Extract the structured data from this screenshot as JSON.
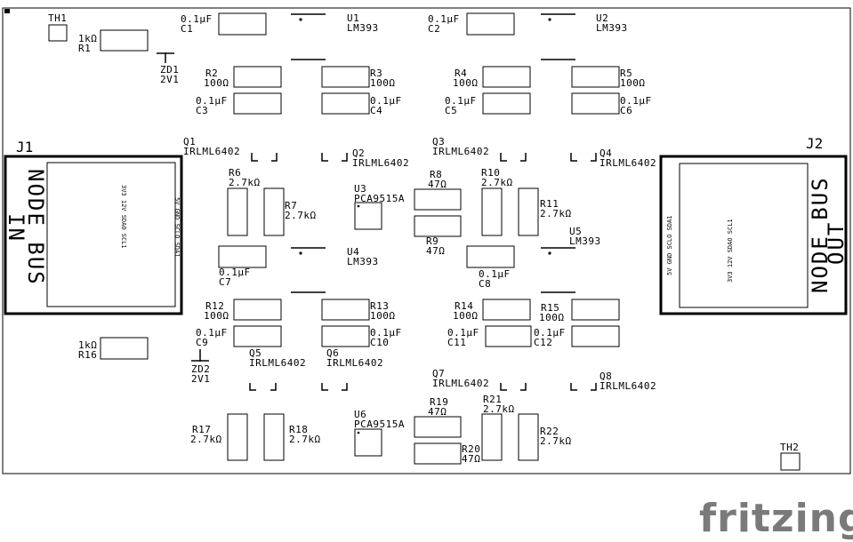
{
  "labels": {
    "TH1": "TH1",
    "R1": "R1",
    "R1_val": "1kΩ",
    "C1": "C1",
    "C1_val": "0.1µF",
    "U1": "U1",
    "U1_val": "LM393",
    "C2": "C2",
    "C2_val": "0.1µF",
    "U2": "U2",
    "U2_val": "LM393",
    "ZD1": "ZD1",
    "ZD1_val": "2V1",
    "R2": "R2",
    "R2_val": "100Ω",
    "R3": "R3",
    "R3_val": "100Ω",
    "R4": "R4",
    "R4_val": "100Ω",
    "R5": "R5",
    "R5_val": "100Ω",
    "C3": "C3",
    "C3_val": "0.1µF",
    "C4": "C4",
    "C4_val": "0.1µF",
    "C5": "C5",
    "C5_val": "0.1µF",
    "C6": "C6",
    "C6_val": "0.1µF",
    "J1": "J1",
    "J2": "J2",
    "Q1": "Q1",
    "Q1_val": "IRLML6402",
    "Q2": "Q2",
    "Q2_val": "IRLML6402",
    "Q3": "Q3",
    "Q3_val": "IRLML6402",
    "Q4": "Q4",
    "Q4_val": "IRLML6402",
    "R6": "R6",
    "R6_val": "2.7kΩ",
    "R7": "R7",
    "R7_val": "2.7kΩ",
    "U3": "U3",
    "U3_val": "PCA9515A",
    "R8": "R8",
    "R8_val": "47Ω",
    "R9": "R9",
    "R9_val": "47Ω",
    "R10": "R10",
    "R10_val": "2.7kΩ",
    "R11": "R11",
    "R11_val": "2.7kΩ",
    "U4": "U4",
    "U4_val": "LM393",
    "U5": "U5",
    "U5_val": "LM393",
    "C7": "C7",
    "C7_val": "0.1µF",
    "C8": "C8",
    "C8_val": "0.1µF",
    "R12": "R12",
    "R12_val": "100Ω",
    "R13": "R13",
    "R13_val": "100Ω",
    "R14": "R14",
    "R14_val": "100Ω",
    "R15": "R15",
    "R15_val": "100Ω",
    "C9": "C9",
    "C9_val": "0.1µF",
    "C10": "C10",
    "C10_val": "0.1µF",
    "C11": "C11",
    "C11_val": "0.1µF",
    "C12": "C12",
    "C12_val": "0.1µF",
    "R16": "R16",
    "R16_val": "1kΩ",
    "ZD2": "ZD2",
    "ZD2_val": "2V1",
    "Q5": "Q5",
    "Q5_val": "IRLML6402",
    "Q6": "Q6",
    "Q6_val": "IRLML6402",
    "Q7": "Q7",
    "Q7_val": "IRLML6402",
    "Q8": "Q8",
    "Q8_val": "IRLML6402",
    "R17": "R17",
    "R17_val": "2.7kΩ",
    "R18": "R18",
    "R18_val": "2.7kΩ",
    "U6": "U6",
    "U6_val": "PCA9515A",
    "R19": "R19",
    "R19_val": "47Ω",
    "R20": "R20",
    "R20_val": "47Ω",
    "R21": "R21",
    "R21_val": "2.7kΩ",
    "R22": "R22",
    "R22_val": "2.7kΩ",
    "TH2": "TH2"
  },
  "connectors": {
    "j1_title_1": "NODE BUS",
    "j1_title_2": "IN",
    "j1_pins_left": "3V3 12V  SDAO SCL1",
    "j1_pins_right": "5V  GND SCLO SDA1",
    "j2_title_1": "NODE BUS",
    "j2_title_2": "OUT",
    "j2_pins_left": "5V  GND SCLO SDA1",
    "j2_pins_right": "3V3 12V  SDAO SCL1"
  },
  "watermark": "fritzing",
  "colors": {
    "ink": "#000000",
    "paper": "#ffffff",
    "watermark": "#7a7a7a"
  }
}
